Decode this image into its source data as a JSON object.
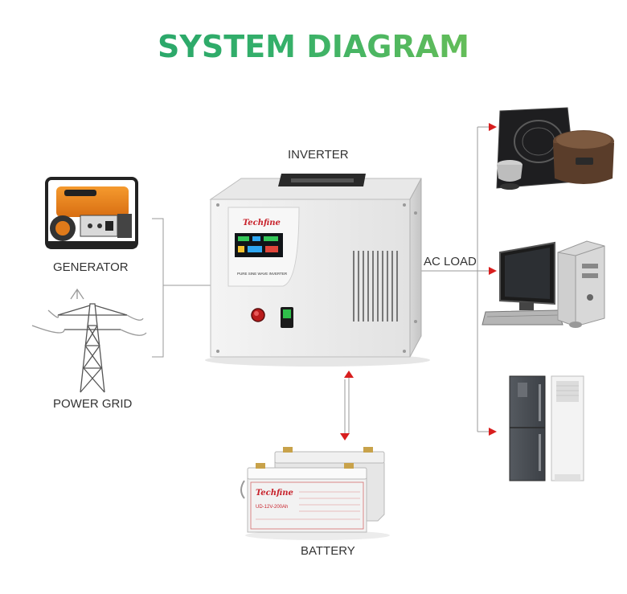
{
  "title": "SYSTEM DIAGRAM",
  "labels": {
    "inverter": "INVERTER",
    "generator": "GENERATOR",
    "power_grid": "POWER GRID",
    "ac_load": "AC LOAD",
    "battery": "BATTERY"
  },
  "inverter_device": {
    "brand": "Techfine",
    "panel_text": "PURE SINE WAVE INVERTER"
  },
  "battery_device": {
    "brand": "Techfine",
    "model": "UD-12V-200Ah"
  },
  "colors": {
    "title_start": "#1e9e6a",
    "title_end": "#8cc84a",
    "arrow": "#d81e1e",
    "line": "#9a9a9a"
  }
}
